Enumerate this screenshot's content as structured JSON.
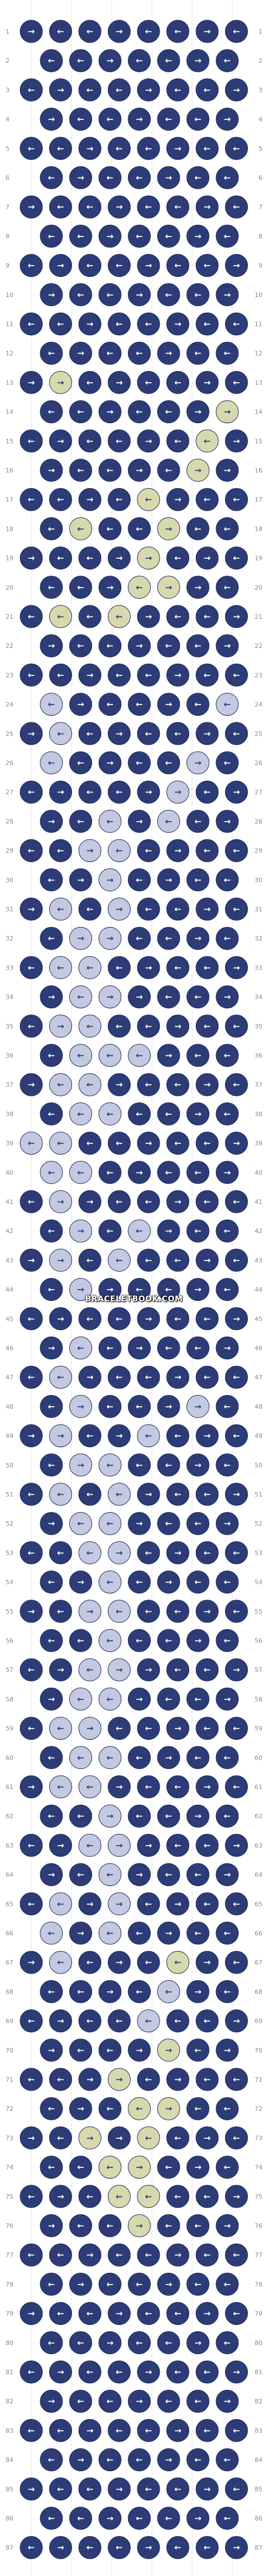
{
  "watermark": "BRACELETBOOK.COM",
  "pattern": {
    "rows": 87,
    "knots_per_row": 8,
    "row_numbers": [
      "1",
      "2",
      "3",
      "4",
      "5",
      "6",
      "7",
      "8",
      "9",
      "10",
      "11",
      "12",
      "13",
      "14",
      "15",
      "16",
      "17",
      "18",
      "19",
      "20",
      "21",
      "22",
      "23",
      "24",
      "25",
      "26",
      "27",
      "28",
      "29",
      "30",
      "31",
      "32",
      "33",
      "34",
      "35",
      "36",
      "37",
      "38",
      "39",
      "40",
      "41",
      "42",
      "43",
      "44",
      "45",
      "46",
      "47",
      "48",
      "49",
      "50",
      "51",
      "52",
      "53",
      "54",
      "55",
      "56",
      "57",
      "58",
      "59",
      "60",
      "61",
      "62",
      "63",
      "64",
      "65",
      "66",
      "67",
      "68",
      "69",
      "70",
      "71",
      "72",
      "73",
      "74",
      "75",
      "76",
      "77",
      "78",
      "79",
      "80",
      "81",
      "82",
      "83",
      "84",
      "85",
      "86",
      "87"
    ],
    "colors": {
      "navy": "#2d3c76",
      "cream": "#d7d9ac",
      "lavender": "#c3c9e0",
      "string": "#8c8c8c",
      "background": "#ffffff"
    },
    "strings": [
      {
        "color": "navy"
      },
      {
        "color": "navy"
      },
      {
        "color": "navy"
      },
      {
        "color": "navy"
      },
      {
        "color": "navy"
      },
      {
        "color": "navy"
      },
      {
        "color": "navy"
      },
      {
        "color": "navy"
      },
      {
        "color": "navy"
      },
      {
        "color": "navy"
      }
    ],
    "icons": {
      "left": "←",
      "right": "→"
    },
    "accent_knots": [
      {
        "row": 13,
        "knot": 1,
        "color": "cream",
        "dir": "right"
      },
      {
        "row": 14,
        "knot": 6,
        "color": "cream",
        "dir": "right"
      },
      {
        "row": 15,
        "knot": 6,
        "color": "cream",
        "dir": "left"
      },
      {
        "row": 16,
        "knot": 5,
        "color": "cream",
        "dir": "right"
      },
      {
        "row": 17,
        "knot": 4,
        "color": "cream",
        "dir": "left"
      },
      {
        "row": 18,
        "knot": 1,
        "color": "cream",
        "dir": "left"
      },
      {
        "row": 18,
        "knot": 4,
        "color": "cream",
        "dir": "right"
      },
      {
        "row": 19,
        "knot": 4,
        "color": "cream",
        "dir": "right"
      },
      {
        "row": 20,
        "knot": 3,
        "color": "cream",
        "dir": "left"
      },
      {
        "row": 20,
        "knot": 4,
        "color": "cream",
        "dir": "right"
      },
      {
        "row": 21,
        "knot": 1,
        "color": "cream",
        "dir": "left"
      },
      {
        "row": 21,
        "knot": 3,
        "color": "cream",
        "dir": "left"
      },
      {
        "row": 24,
        "knot": 0,
        "color": "lavender",
        "dir": "left"
      },
      {
        "row": 24,
        "knot": 6,
        "color": "lavender",
        "dir": "left"
      },
      {
        "row": 25,
        "knot": 1,
        "color": "lavender",
        "dir": "left"
      },
      {
        "row": 26,
        "knot": 0,
        "color": "lavender",
        "dir": "left"
      },
      {
        "row": 26,
        "knot": 5,
        "color": "lavender",
        "dir": "right"
      },
      {
        "row": 27,
        "knot": 5,
        "color": "lavender",
        "dir": "right"
      },
      {
        "row": 28,
        "knot": 2,
        "color": "lavender",
        "dir": "left"
      },
      {
        "row": 28,
        "knot": 4,
        "color": "lavender",
        "dir": "left"
      },
      {
        "row": 29,
        "knot": 2,
        "color": "lavender",
        "dir": "right"
      },
      {
        "row": 29,
        "knot": 3,
        "color": "lavender",
        "dir": "left"
      },
      {
        "row": 30,
        "knot": 2,
        "color": "lavender",
        "dir": "right"
      },
      {
        "row": 31,
        "knot": 1,
        "color": "lavender",
        "dir": "left"
      },
      {
        "row": 31,
        "knot": 3,
        "color": "lavender",
        "dir": "right"
      },
      {
        "row": 32,
        "knot": 1,
        "color": "lavender",
        "dir": "right"
      },
      {
        "row": 32,
        "knot": 2,
        "color": "lavender",
        "dir": "right"
      },
      {
        "row": 33,
        "knot": 1,
        "color": "lavender",
        "dir": "left"
      },
      {
        "row": 33,
        "knot": 2,
        "color": "lavender",
        "dir": "left"
      },
      {
        "row": 34,
        "knot": 1,
        "color": "lavender",
        "dir": "left"
      },
      {
        "row": 34,
        "knot": 2,
        "color": "lavender",
        "dir": "right"
      },
      {
        "row": 35,
        "knot": 1,
        "color": "lavender",
        "dir": "right"
      },
      {
        "row": 35,
        "knot": 2,
        "color": "lavender",
        "dir": "left"
      },
      {
        "row": 36,
        "knot": 1,
        "color": "lavender",
        "dir": "left"
      },
      {
        "row": 36,
        "knot": 2,
        "color": "lavender",
        "dir": "left"
      },
      {
        "row": 36,
        "knot": 3,
        "color": "lavender",
        "dir": "left"
      },
      {
        "row": 37,
        "knot": 1,
        "color": "lavender",
        "dir": "left"
      },
      {
        "row": 37,
        "knot": 2,
        "color": "lavender",
        "dir": "left"
      },
      {
        "row": 38,
        "knot": 1,
        "color": "lavender",
        "dir": "left"
      },
      {
        "row": 38,
        "knot": 2,
        "color": "lavender",
        "dir": "left"
      },
      {
        "row": 39,
        "knot": 0,
        "color": "lavender",
        "dir": "left"
      },
      {
        "row": 39,
        "knot": 1,
        "color": "lavender",
        "dir": "left"
      },
      {
        "row": 40,
        "knot": 0,
        "color": "lavender",
        "dir": "left"
      },
      {
        "row": 40,
        "knot": 1,
        "color": "lavender",
        "dir": "left"
      },
      {
        "row": 41,
        "knot": 1,
        "color": "lavender",
        "dir": "right"
      },
      {
        "row": 42,
        "knot": 1,
        "color": "lavender",
        "dir": "right"
      },
      {
        "row": 42,
        "knot": 3,
        "color": "lavender",
        "dir": "left"
      },
      {
        "row": 43,
        "knot": 1,
        "color": "lavender",
        "dir": "right"
      },
      {
        "row": 43,
        "knot": 3,
        "color": "lavender",
        "dir": "left"
      },
      {
        "row": 44,
        "knot": 1,
        "color": "lavender",
        "dir": "right"
      },
      {
        "row": 46,
        "knot": 1,
        "color": "lavender",
        "dir": "left"
      },
      {
        "row": 47,
        "knot": 1,
        "color": "lavender",
        "dir": "left"
      },
      {
        "row": 48,
        "knot": 1,
        "color": "lavender",
        "dir": "right"
      },
      {
        "row": 48,
        "knot": 5,
        "color": "lavender",
        "dir": "right"
      },
      {
        "row": 49,
        "knot": 1,
        "color": "lavender",
        "dir": "right"
      },
      {
        "row": 49,
        "knot": 4,
        "color": "lavender",
        "dir": "left"
      },
      {
        "row": 50,
        "knot": 1,
        "color": "lavender",
        "dir": "right"
      },
      {
        "row": 50,
        "knot": 2,
        "color": "lavender",
        "dir": "left"
      },
      {
        "row": 51,
        "knot": 1,
        "color": "lavender",
        "dir": "left"
      },
      {
        "row": 51,
        "knot": 3,
        "color": "lavender",
        "dir": "left"
      },
      {
        "row": 52,
        "knot": 1,
        "color": "lavender",
        "dir": "left"
      },
      {
        "row": 52,
        "knot": 2,
        "color": "lavender",
        "dir": "left"
      },
      {
        "row": 53,
        "knot": 2,
        "color": "lavender",
        "dir": "left"
      },
      {
        "row": 53,
        "knot": 3,
        "color": "lavender",
        "dir": "right"
      },
      {
        "row": 54,
        "knot": 2,
        "color": "lavender",
        "dir": "left"
      },
      {
        "row": 55,
        "knot": 2,
        "color": "lavender",
        "dir": "right"
      },
      {
        "row": 55,
        "knot": 3,
        "color": "lavender",
        "dir": "left"
      },
      {
        "row": 56,
        "knot": 2,
        "color": "lavender",
        "dir": "left"
      },
      {
        "row": 57,
        "knot": 2,
        "color": "lavender",
        "dir": "left"
      },
      {
        "row": 57,
        "knot": 3,
        "color": "lavender",
        "dir": "right"
      },
      {
        "row": 58,
        "knot": 1,
        "color": "lavender",
        "dir": "left"
      },
      {
        "row": 58,
        "knot": 2,
        "color": "lavender",
        "dir": "left"
      },
      {
        "row": 59,
        "knot": 1,
        "color": "lavender",
        "dir": "left"
      },
      {
        "row": 59,
        "knot": 2,
        "color": "lavender",
        "dir": "right"
      },
      {
        "row": 60,
        "knot": 1,
        "color": "lavender",
        "dir": "left"
      },
      {
        "row": 60,
        "knot": 2,
        "color": "lavender",
        "dir": "left"
      },
      {
        "row": 61,
        "knot": 1,
        "color": "lavender",
        "dir": "left"
      },
      {
        "row": 61,
        "knot": 2,
        "color": "lavender",
        "dir": "left"
      },
      {
        "row": 62,
        "knot": 2,
        "color": "lavender",
        "dir": "right"
      },
      {
        "row": 63,
        "knot": 2,
        "color": "lavender",
        "dir": "left"
      },
      {
        "row": 63,
        "knot": 3,
        "color": "lavender",
        "dir": "right"
      },
      {
        "row": 64,
        "knot": 2,
        "color": "lavender",
        "dir": "left"
      },
      {
        "row": 65,
        "knot": 1,
        "color": "lavender",
        "dir": "left"
      },
      {
        "row": 65,
        "knot": 3,
        "color": "lavender",
        "dir": "right"
      },
      {
        "row": 66,
        "knot": 0,
        "color": "lavender",
        "dir": "left"
      },
      {
        "row": 66,
        "knot": 2,
        "color": "lavender",
        "dir": "left"
      },
      {
        "row": 67,
        "knot": 1,
        "color": "lavender",
        "dir": "left"
      },
      {
        "row": 67,
        "knot": 5,
        "color": "cream",
        "dir": "left"
      },
      {
        "row": 68,
        "knot": 4,
        "color": "lavender",
        "dir": "left"
      },
      {
        "row": 69,
        "knot": 4,
        "color": "lavender",
        "dir": "left"
      },
      {
        "row": 70,
        "knot": 4,
        "color": "cream",
        "dir": "right"
      },
      {
        "row": 71,
        "knot": 3,
        "color": "cream",
        "dir": "right"
      },
      {
        "row": 72,
        "knot": 3,
        "color": "cream",
        "dir": "left"
      },
      {
        "row": 72,
        "knot": 4,
        "color": "cream",
        "dir": "right"
      },
      {
        "row": 73,
        "knot": 2,
        "color": "cream",
        "dir": "right"
      },
      {
        "row": 73,
        "knot": 4,
        "color": "cream",
        "dir": "left"
      },
      {
        "row": 74,
        "knot": 2,
        "color": "cream",
        "dir": "left"
      },
      {
        "row": 74,
        "knot": 3,
        "color": "cream",
        "dir": "right"
      },
      {
        "row": 75,
        "knot": 3,
        "color": "cream",
        "dir": "left"
      },
      {
        "row": 75,
        "knot": 4,
        "color": "cream",
        "dir": "left"
      },
      {
        "row": 76,
        "knot": 3,
        "color": "cream",
        "dir": "right"
      }
    ]
  }
}
